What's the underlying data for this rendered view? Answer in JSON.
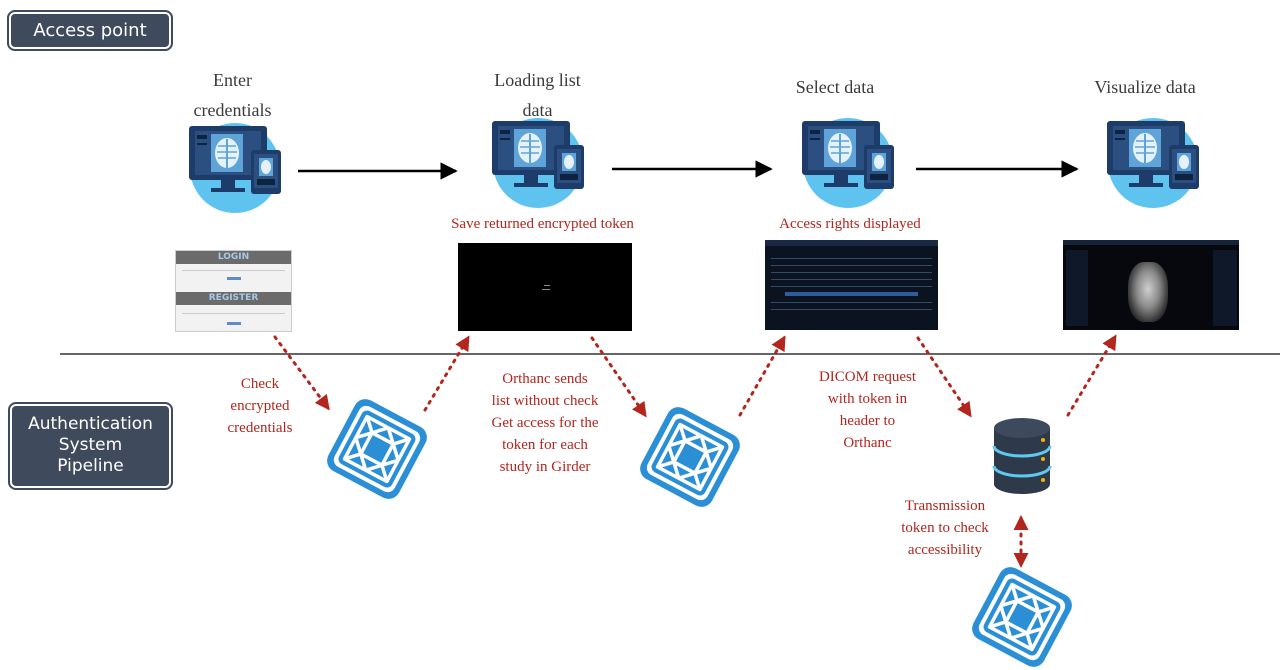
{
  "labels": {
    "access_point": "Access point",
    "auth_pipeline": [
      "Authentication",
      "System",
      "Pipeline"
    ]
  },
  "steps": [
    {
      "title": [
        "Enter",
        "credentials"
      ]
    },
    {
      "title": [
        "Loading list",
        "data"
      ]
    },
    {
      "title": [
        "Select data"
      ]
    },
    {
      "title": [
        "Visualize data"
      ]
    }
  ],
  "notes": {
    "save_token": "Save returned encrypted token",
    "access_rights": "Access rights displayed",
    "check_credentials": [
      "Check",
      "encrypted",
      "credentials"
    ],
    "orthanc_sends": [
      "Orthanc sends",
      "list without check",
      "Get access for the",
      "token for each",
      "study in Girder"
    ],
    "dicom_request": [
      "DICOM request",
      "with token in",
      "header to",
      "Orthanc"
    ],
    "transmission": [
      "Transmission",
      "token to check",
      "accessibility"
    ]
  },
  "screenshots": {
    "login_title": "LOGIN",
    "register_title": "REGISTER"
  },
  "colors": {
    "label_bg": "#3f4b5c",
    "annotation_red": "#b3261e",
    "girder_blue": "#2b8fd6",
    "monitor_circle": "#5fc3ef"
  },
  "icons": [
    "monitor-xray-icon",
    "girder-logo-icon",
    "database-icon"
  ]
}
